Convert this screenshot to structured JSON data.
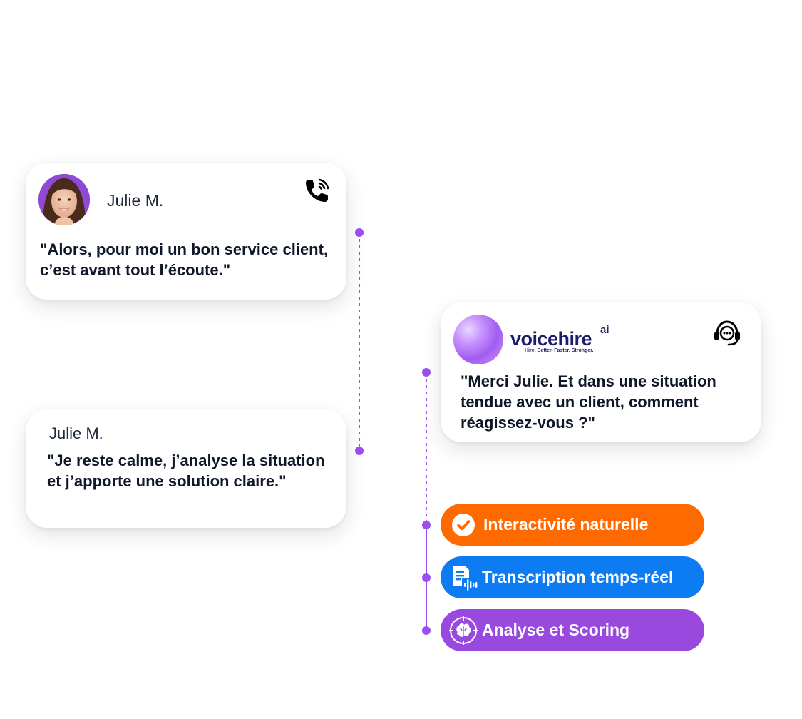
{
  "conversation": {
    "candidate_message_1": {
      "name": "Julie M.",
      "quote": "\"Alors, pour moi un bon service client, c’est avant tout l’écoute.\""
    },
    "candidate_message_2": {
      "name": "Julie M.",
      "quote": "\"Je reste calme, j’analyse la situation et j’apporte une solution claire.\""
    },
    "agent_message": {
      "brand": {
        "word": "voicehire",
        "suffix": "ai",
        "tagline": "Hire. Better. Faster. Stronger."
      },
      "quote": "\"Merci Julie. Et dans une situation tendue avec un client, comment réagissez-vous ?\""
    }
  },
  "features": [
    {
      "label": "Interactivité naturelle",
      "icon": "check-circle-icon",
      "color": "#ff6a00"
    },
    {
      "label": "Transcription temps-réel",
      "icon": "transcript-waveform-icon",
      "color": "#0d7bf2"
    },
    {
      "label": "Analyse et Scoring",
      "icon": "brain-target-icon",
      "color": "#9a49df"
    }
  ],
  "colors": {
    "connector": "#9b4ff0",
    "brand_navy": "#1d1d6e"
  },
  "icons": {
    "call": "phone-call-icon",
    "agent": "headset-chat-icon",
    "avatar": "candidate-avatar",
    "orb": "ai-orb"
  }
}
